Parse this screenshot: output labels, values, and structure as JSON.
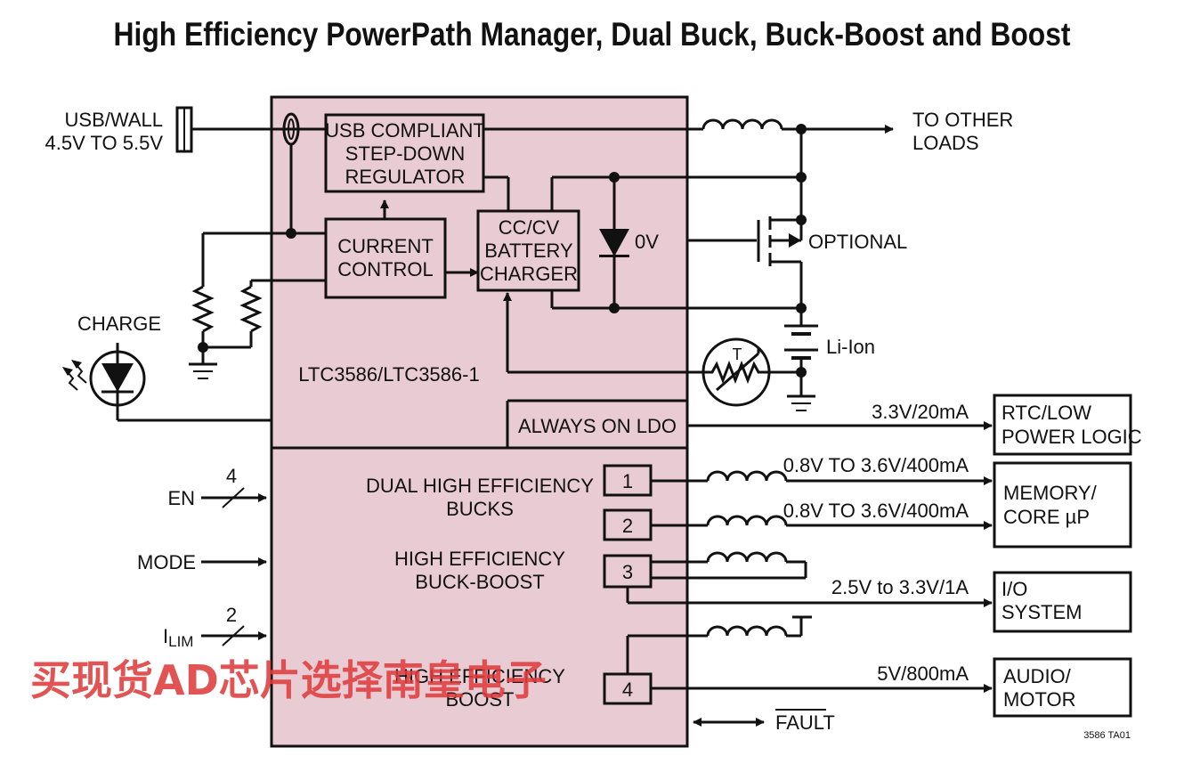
{
  "title": "High Efficiency PowerPath Manager, Dual Buck, Buck-Boost and Boost",
  "colors": {
    "chip_fill": "#e9cbd3",
    "stroke": "#111111",
    "watermark": "#de3c3c"
  },
  "inputs": {
    "usb_line1": "USB/WALL",
    "usb_line2": "4.5V TO 5.5V",
    "charge": "CHARGE",
    "en": "EN",
    "en_bus": "4",
    "mode": "MODE",
    "ilim": "I",
    "ilim_sub": "LIM",
    "ilim_bus": "2"
  },
  "blocks": {
    "regulator": [
      "USB COMPLIANT",
      "STEP-DOWN",
      "REGULATOR"
    ],
    "current_control": [
      "CURRENT",
      "CONTROL"
    ],
    "charger": [
      "CC/CV",
      "BATTERY",
      "CHARGER"
    ],
    "diode_voltage": "0V",
    "part_number": "LTC3586/LTC3586-1",
    "ldo": "ALWAYS ON LDO",
    "bucks": [
      "DUAL HIGH EFFICIENCY",
      "BUCKS"
    ],
    "buck_boost": [
      "HIGH EFFICIENCY",
      "BUCK-BOOST"
    ],
    "boost": [
      "HIGH EFFICIENCY",
      "BOOST"
    ],
    "channels": [
      "1",
      "2",
      "3",
      "4"
    ]
  },
  "outputs": {
    "other_loads": [
      "TO OTHER",
      "LOADS"
    ],
    "optional": "OPTIONAL",
    "battery": "Li-Ion",
    "thermistor": "T",
    "ldo_out": "3.3V/20mA",
    "buck1_out": "0.8V TO 3.6V/400mA",
    "buck2_out": "0.8V TO 3.6V/400mA",
    "buckboost_out": "2.5V to 3.3V/1A",
    "boost_out": "5V/800mA",
    "fault": "FAULT"
  },
  "loads": {
    "rtc": [
      "RTC/LOW",
      "POWER LOGIC"
    ],
    "memory": [
      "MEMORY/",
      "CORE µP"
    ],
    "io": [
      "I/O",
      "SYSTEM"
    ],
    "audio": [
      "AUDIO/",
      "MOTOR"
    ]
  },
  "figure_id": "3586 TA01",
  "watermark": "买现货AD芯片选择南皇电子"
}
